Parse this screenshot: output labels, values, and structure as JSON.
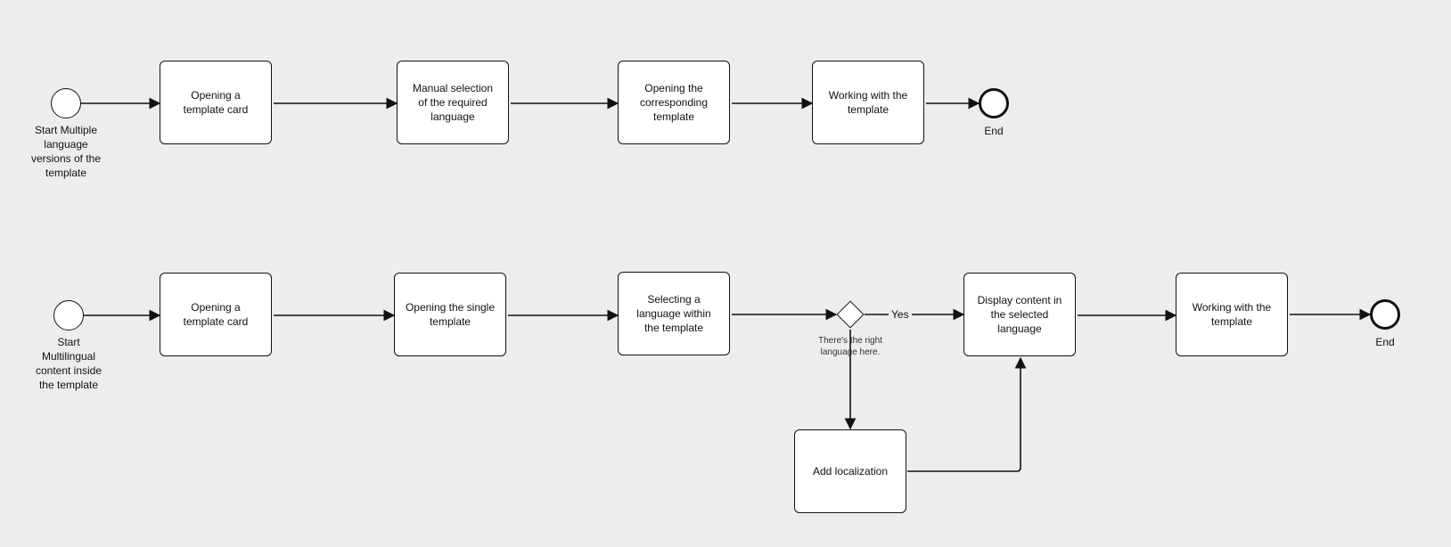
{
  "flow1": {
    "start_label": "Start Multiple\nlanguage\nversions of the\ntemplate",
    "tasks": [
      "Opening a\ntemplate card",
      "Manual selection\nof the required\nlanguage",
      "Opening the\ncorresponding\ntemplate",
      "Working with the\ntemplate"
    ],
    "end_label": "End"
  },
  "flow2": {
    "start_label": "Start\nMultilingual\ncontent inside\nthe template",
    "tasks": [
      "Opening a\ntemplate card",
      "Opening the single\ntemplate",
      "Selecting a\nlanguage within\nthe template",
      "Display content in\nthe selected\nlanguage",
      "Working with the\ntemplate",
      "Add localization"
    ],
    "gateway_label": "There's the right\nlanguage here.",
    "yes_label": "Yes",
    "end_label": "End"
  },
  "colors": {
    "background": "#ededed",
    "stroke": "#111111",
    "node_fill": "#ffffff"
  }
}
